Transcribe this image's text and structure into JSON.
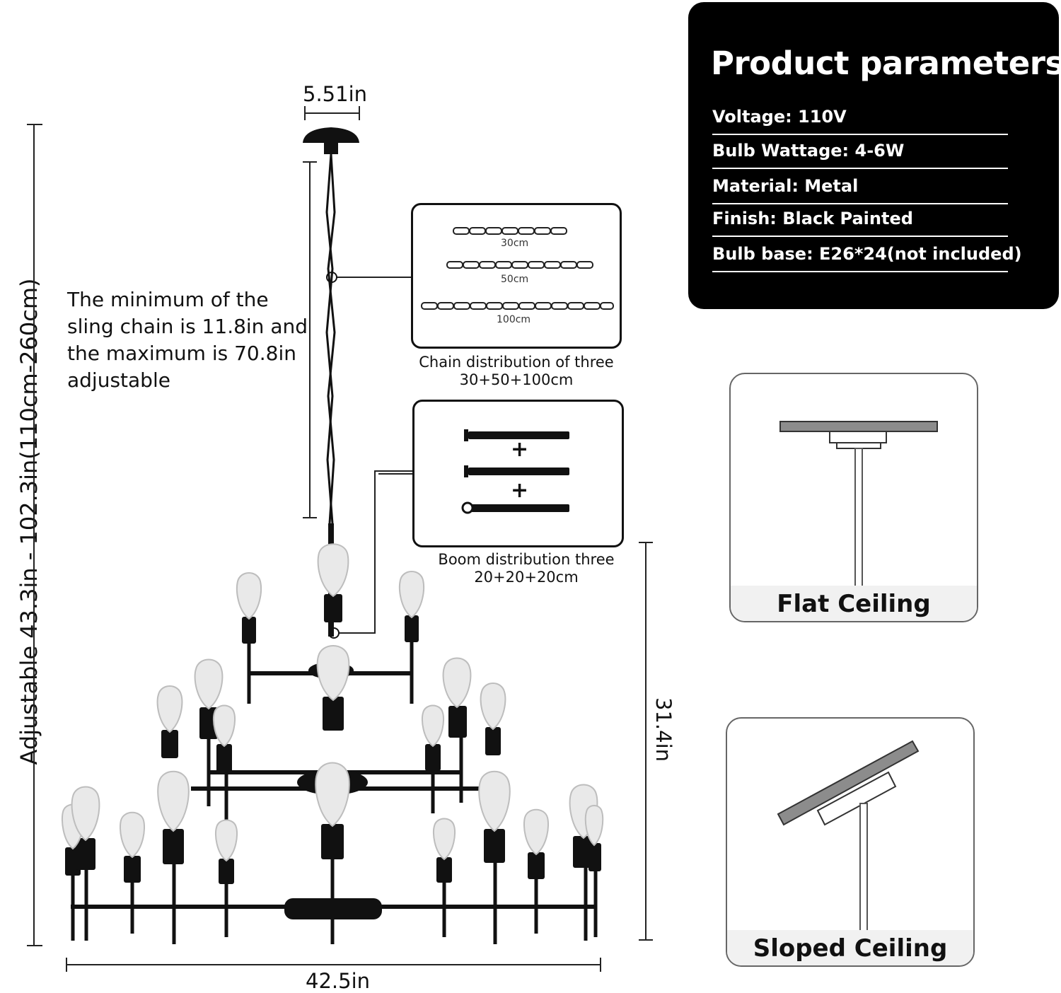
{
  "params": {
    "title": "Product parameters",
    "rows": [
      {
        "label": "Voltage: 110V"
      },
      {
        "label": "Bulb Wattage: 4-6W"
      },
      {
        "label": "Material: Metal"
      },
      {
        "label": "Finish: Black Painted"
      },
      {
        "label": "Bulb base: E26*24(not included)"
      }
    ]
  },
  "dimensions": {
    "canopy_width": "5.51in",
    "total_height": "Adjustable 43.3in - 102.3in(110cm-260cm)",
    "body_height": "31.4in",
    "width": "42.5in"
  },
  "chain_note": "The minimum of the sling chain is 11.8in and the maximum is 70.8in adjustable",
  "chain_box": {
    "items": [
      "30cm",
      "50cm",
      "100cm"
    ],
    "caption_line1": "Chain distribution of three",
    "caption_line2": "30+50+100cm"
  },
  "boom_box": {
    "plus": "+",
    "caption_line1": "Boom distribution three",
    "caption_line2": "20+20+20cm"
  },
  "ceilings": {
    "flat": "Flat Ceiling",
    "sloped": "Sloped Ceiling"
  }
}
